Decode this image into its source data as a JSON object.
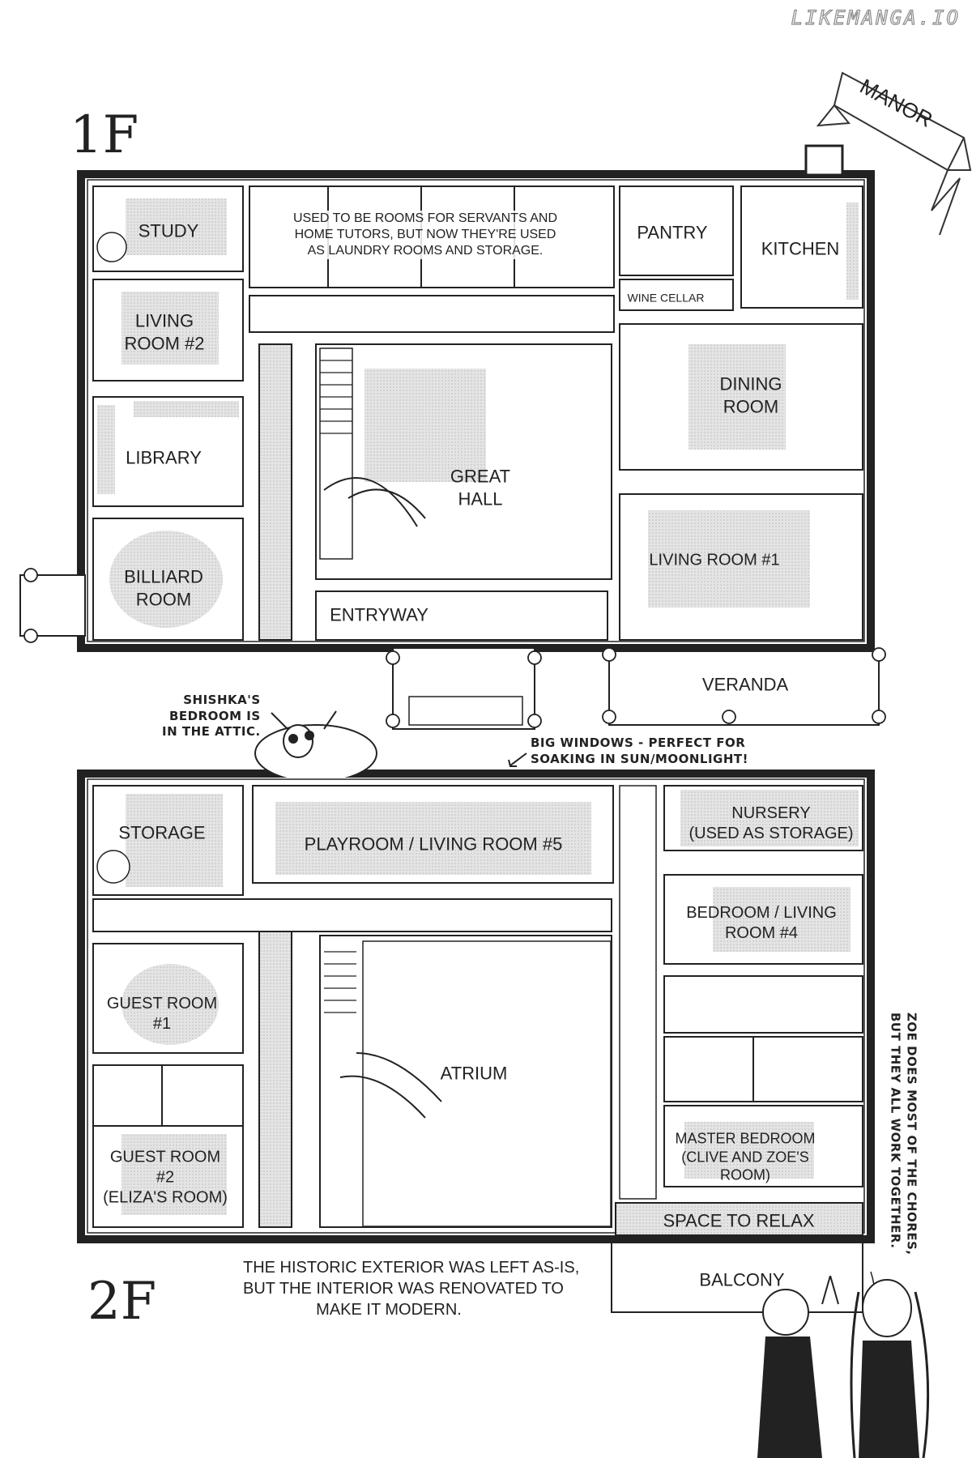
{
  "watermark": "LIKEMANGA.IO",
  "banner": {
    "title": "MANOR"
  },
  "floor1": {
    "tag": "1F",
    "rooms": {
      "study": "STUDY",
      "servants_note": "USED TO BE ROOMS FOR SERVANTS AND\nHOME TUTORS, BUT NOW THEY'RE USED\nAS LAUNDRY ROOMS AND STORAGE.",
      "pantry": "PANTRY",
      "kitchen": "KITCHEN",
      "wine_cellar": "WINE CELLAR",
      "living_room_2": "LIVING\nROOM #2",
      "dining_room": "DINING\nROOM",
      "library": "LIBRARY",
      "great_hall": "GREAT\nHALL",
      "billiard_room": "BILLIARD\nROOM",
      "living_room_1": "LIVING ROOM #1",
      "entryway": "ENTRYWAY",
      "veranda": "VERANDA"
    }
  },
  "floor2": {
    "tag": "2F",
    "rooms": {
      "storage": "STORAGE",
      "playroom": "PLAYROOM / LIVING ROOM #5",
      "nursery": "NURSERY\n(USED AS STORAGE)",
      "bedroom_living_4": "BEDROOM / LIVING\nROOM #4",
      "guest_room_1": "GUEST ROOM\n#1",
      "atrium": "ATRIUM",
      "guest_room_2": "GUEST ROOM\n#2\n(ELIZA'S ROOM)",
      "master_bedroom": "MASTER BEDROOM\n(CLIVE AND ZOE'S\nROOM)",
      "space_to_relax": "SPACE TO RELAX",
      "balcony": "BALCONY"
    }
  },
  "notes": {
    "shishka": "SHISHKA'S\nBEDROOM IS\nIN THE ATTIC.",
    "windows": "BIG WINDOWS - PERFECT FOR\nSOAKING IN SUN/MOONLIGHT!",
    "exterior": "THE HISTORIC EXTERIOR WAS LEFT AS-IS,\nBUT THE INTERIOR WAS RENOVATED TO\nMAKE IT MODERN.",
    "chores": "ZOE DOES MOST OF THE CHORES,\nBUT THEY ALL WORK TOGETHER."
  }
}
